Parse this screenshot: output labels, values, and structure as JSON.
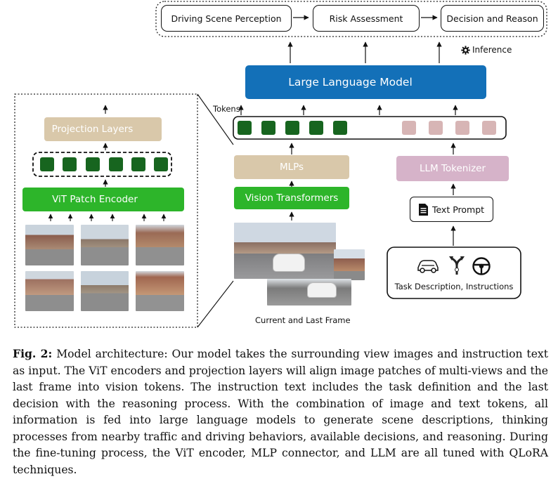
{
  "inference": {
    "steps": [
      "Driving Scene Perception",
      "Risk Assessment",
      "Decision and Reason"
    ],
    "label": "Inference",
    "icon": "gear-icon"
  },
  "llm": {
    "label": "Large Language Model",
    "color": "#1370b8",
    "icon": "flame-icon"
  },
  "tokens": {
    "label": "Tokens",
    "vision_count": 5,
    "text_count": 4,
    "vision_color": "#17651f",
    "text_color": "#d7b5b5"
  },
  "vision_branch": {
    "mlps": "MLPs",
    "vit": "Vision Transformers",
    "frame_label": "Current and Last Frame"
  },
  "text_branch": {
    "tokenizer": "LLM Tokenizer",
    "prompt": "Text Prompt",
    "input_label": "Task Description, Instructions",
    "icons": [
      "car-icon",
      "route-icon",
      "steering-wheel-icon"
    ]
  },
  "encoder_detail": {
    "projection": "Projection Layers",
    "patch_encoder": "ViT Patch Encoder",
    "patch_count": 6
  },
  "colors": {
    "green": "#2db52a",
    "tan": "#d9c8aa",
    "mauve": "#d6b3c9",
    "dark_green": "#17651f"
  },
  "caption": {
    "label": "Fig. 2:",
    "text": "Model architecture: Our model takes the surrounding view images and instruction text as input. The ViT encoders and projection layers will align image patches of multi-views and the last frame into vision tokens. The instruction text includes the task definition and the last decision with the reasoning process. With the combination of image and text tokens, all information is fed into large language models to generate scene descriptions, thinking processes from nearby traffic and driving behaviors, available decisions, and reasoning. During the fine-tuning process, the ViT encoder, MLP connector, and LLM are all tuned with QLoRA techniques."
  }
}
